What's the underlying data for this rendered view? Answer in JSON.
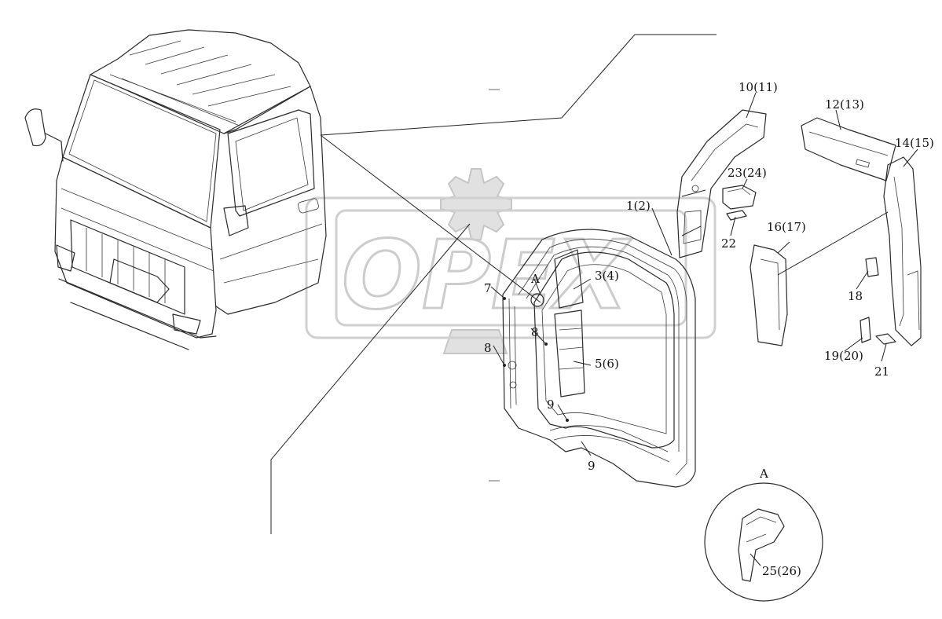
{
  "watermark": {
    "text": "OPEX",
    "color": "#c8c8c8"
  },
  "labels": {
    "p1": "1(2)",
    "p3": "3(4)",
    "p5": "5(6)",
    "p7": "7",
    "p8a": "8",
    "p8b": "8",
    "p9a": "9",
    "p9b": "9",
    "pA": "A",
    "p10": "10(11)",
    "p12": "12(13)",
    "p14": "14(15)",
    "p16": "16(17)",
    "p18": "18",
    "p19": "19(20)",
    "p21": "21",
    "p22": "22",
    "p23": "23(24)",
    "detailA": "A",
    "p25": "25(26)"
  }
}
